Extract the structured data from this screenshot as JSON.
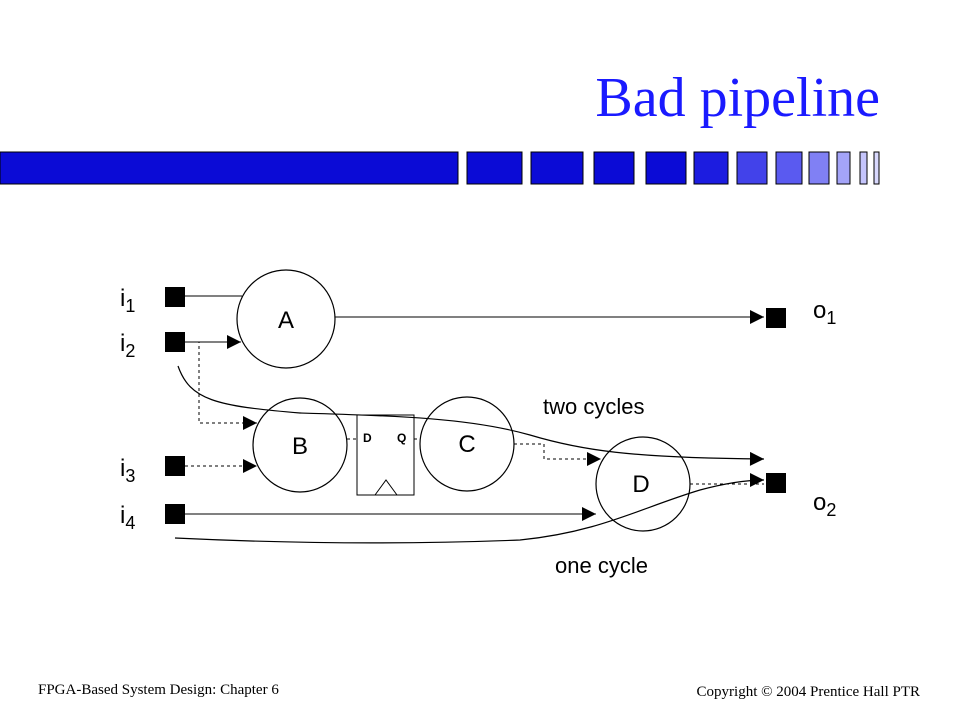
{
  "slide": {
    "title": "Bad pipeline",
    "accent_color": "#1a1aff"
  },
  "diagram": {
    "inputs": [
      {
        "letter": "i",
        "index": "1"
      },
      {
        "letter": "i",
        "index": "2"
      },
      {
        "letter": "i",
        "index": "3"
      },
      {
        "letter": "i",
        "index": "4"
      }
    ],
    "outputs": [
      {
        "letter": "o",
        "index": "1"
      },
      {
        "letter": "o",
        "index": "2"
      }
    ],
    "blocks": {
      "a": "A",
      "b": "B",
      "c": "C",
      "d": "D"
    },
    "flipflop": {
      "d": "D",
      "q": "Q"
    },
    "annotations": {
      "two_cycles": "two cycles",
      "one_cycle": "one cycle"
    }
  },
  "footer": {
    "left": "FPGA-Based System Design: Chapter 6",
    "right": "Copyright © 2004 Prentice Hall PTR"
  }
}
